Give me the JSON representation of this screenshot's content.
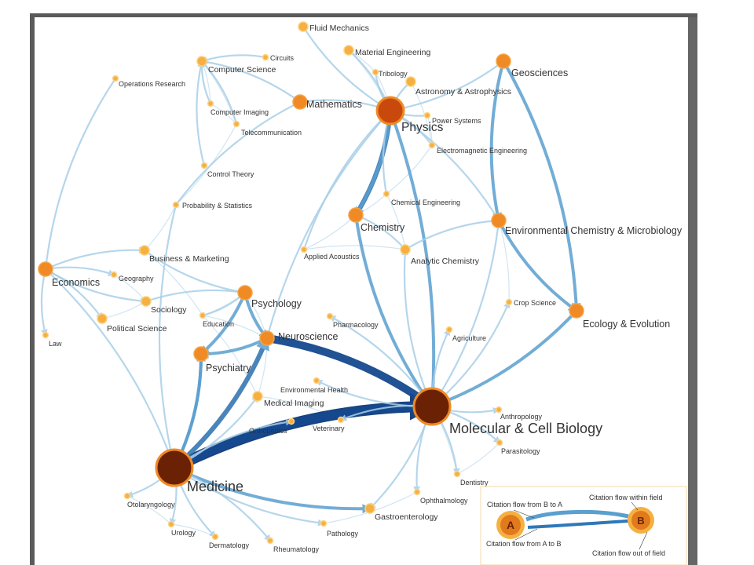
{
  "colors": {
    "edge_light": "#a9cfe8",
    "edge_mid": "#5a9fcf",
    "edge_dark": "#0d3a7a",
    "node_small": "#f5b041",
    "node_medium": "#f08a24",
    "node_large": "#c9490c",
    "node_huge": "#6b2104",
    "label": "#333333"
  },
  "nodes": [
    {
      "id": "fluid",
      "label": "Fluid Mechanics",
      "size": "s"
    },
    {
      "id": "circuits",
      "label": "Circuits",
      "size": "xs"
    },
    {
      "id": "materials",
      "label": "Material Engineering",
      "size": "s"
    },
    {
      "id": "geo",
      "label": "Geosciences",
      "size": "m"
    },
    {
      "id": "compsci",
      "label": "Computer Science",
      "size": "s"
    },
    {
      "id": "opsres",
      "label": "Operations Research",
      "size": "xs"
    },
    {
      "id": "tribology",
      "label": "Tribology",
      "size": "xs"
    },
    {
      "id": "astro",
      "label": "Astronomy & Astrophysics",
      "size": "s"
    },
    {
      "id": "compimg",
      "label": "Computer Imaging",
      "size": "xs"
    },
    {
      "id": "math",
      "label": "Mathematics",
      "size": "m"
    },
    {
      "id": "physics",
      "label": "Physics",
      "size": "l"
    },
    {
      "id": "power",
      "label": "Power Systems",
      "size": "xs"
    },
    {
      "id": "telecom",
      "label": "Telecommunication",
      "size": "xs"
    },
    {
      "id": "em",
      "label": "Electromagnetic Engineering",
      "size": "xs"
    },
    {
      "id": "control",
      "label": "Control Theory",
      "size": "xs"
    },
    {
      "id": "chemeng",
      "label": "Chemical Engineering",
      "size": "xs"
    },
    {
      "id": "probstat",
      "label": "Probability & Statistics",
      "size": "xs"
    },
    {
      "id": "chem",
      "label": "Chemistry",
      "size": "m"
    },
    {
      "id": "envchem",
      "label": "Environmental Chemistry & Microbiology",
      "size": "m"
    },
    {
      "id": "acoustics",
      "label": "Applied Acoustics",
      "size": "xs"
    },
    {
      "id": "business",
      "label": "Business & Marketing",
      "size": "s"
    },
    {
      "id": "analchem",
      "label": "Analytic Chemistry",
      "size": "s"
    },
    {
      "id": "econ",
      "label": "Economics",
      "size": "m"
    },
    {
      "id": "geography",
      "label": "Geography",
      "size": "xs"
    },
    {
      "id": "psych",
      "label": "Psychology",
      "size": "m"
    },
    {
      "id": "sociology",
      "label": "Sociology",
      "size": "s"
    },
    {
      "id": "cropsci",
      "label": "Crop Science",
      "size": "xs"
    },
    {
      "id": "polisci",
      "label": "Political Science",
      "size": "s"
    },
    {
      "id": "education",
      "label": "Education",
      "size": "xs"
    },
    {
      "id": "ecology",
      "label": "Ecology & Evolution",
      "size": "m"
    },
    {
      "id": "pharma",
      "label": "Pharmacology",
      "size": "xs"
    },
    {
      "id": "law",
      "label": "Law",
      "size": "xs"
    },
    {
      "id": "neuro",
      "label": "Neuroscience",
      "size": "m"
    },
    {
      "id": "agri",
      "label": "Agriculture",
      "size": "xs"
    },
    {
      "id": "psychiatry",
      "label": "Psychiatry",
      "size": "m"
    },
    {
      "id": "envhealth",
      "label": "Environmental Health",
      "size": "xs"
    },
    {
      "id": "medimg",
      "label": "Medical Imaging",
      "size": "s"
    },
    {
      "id": "mcb",
      "label": "Molecular & Cell Biology",
      "size": "xl"
    },
    {
      "id": "anthro",
      "label": "Anthropology",
      "size": "xs"
    },
    {
      "id": "ortho",
      "label": "Orthopedics",
      "size": "xs"
    },
    {
      "id": "vet",
      "label": "Veterinary",
      "size": "xs"
    },
    {
      "id": "parasit",
      "label": "Parasitology",
      "size": "xs"
    },
    {
      "id": "medicine",
      "label": "Medicine",
      "size": "xl"
    },
    {
      "id": "dentistry",
      "label": "Dentistry",
      "size": "xs"
    },
    {
      "id": "ophth",
      "label": "Ophthalmology",
      "size": "xs"
    },
    {
      "id": "otolaryn",
      "label": "Otolaryngology",
      "size": "xs"
    },
    {
      "id": "gastro",
      "label": "Gastroenterology",
      "size": "s"
    },
    {
      "id": "urology",
      "label": "Urology",
      "size": "xs"
    },
    {
      "id": "pathology",
      "label": "Pathology",
      "size": "xs"
    },
    {
      "id": "derm",
      "label": "Dermatology",
      "size": "xs"
    },
    {
      "id": "rheum",
      "label": "Rheumatology",
      "size": "xs"
    }
  ],
  "edges": [
    {
      "from": "medicine",
      "to": "mcb",
      "weight": 5
    },
    {
      "from": "mcb",
      "to": "medicine",
      "weight": 4
    },
    {
      "from": "neuro",
      "to": "mcb",
      "weight": 4
    },
    {
      "from": "medicine",
      "to": "neuro",
      "weight": 3
    },
    {
      "from": "psychiatry",
      "to": "medicine",
      "weight": 2
    },
    {
      "from": "medicine",
      "to": "psychiatry",
      "weight": 2
    },
    {
      "from": "neuro",
      "to": "psychiatry",
      "weight": 2
    },
    {
      "from": "psych",
      "to": "neuro",
      "weight": 2
    },
    {
      "from": "psych",
      "to": "psychiatry",
      "weight": 2
    },
    {
      "from": "chem",
      "to": "physics",
      "weight": 3
    },
    {
      "from": "physics",
      "to": "chem",
      "weight": 2
    },
    {
      "from": "chem",
      "to": "mcb",
      "weight": 2
    },
    {
      "from": "ecology",
      "to": "mcb",
      "weight": 2
    },
    {
      "from": "envchem",
      "to": "ecology",
      "weight": 2
    },
    {
      "from": "geo",
      "to": "ecology",
      "weight": 2
    },
    {
      "from": "geo",
      "to": "envchem",
      "weight": 2
    },
    {
      "from": "physics",
      "to": "mcb",
      "weight": 2
    },
    {
      "from": "medicine",
      "to": "gastro",
      "weight": 2
    },
    {
      "from": "mcb",
      "to": "gastro",
      "weight": 1
    },
    {
      "from": "fluid",
      "to": "physics",
      "weight": 1
    },
    {
      "from": "materials",
      "to": "physics",
      "weight": 1
    },
    {
      "from": "astro",
      "to": "physics",
      "weight": 1
    },
    {
      "from": "math",
      "to": "physics",
      "weight": 1
    },
    {
      "from": "physics",
      "to": "geo",
      "weight": 1
    },
    {
      "from": "compsci",
      "to": "math",
      "weight": 1
    },
    {
      "from": "opsres",
      "to": "econ",
      "weight": 1
    },
    {
      "from": "econ",
      "to": "business",
      "weight": 1
    },
    {
      "from": "business",
      "to": "psych",
      "weight": 1
    },
    {
      "from": "sociology",
      "to": "psych",
      "weight": 1
    },
    {
      "from": "analchem",
      "to": "chem",
      "weight": 1
    },
    {
      "from": "analchem",
      "to": "envchem",
      "weight": 1
    },
    {
      "from": "envchem",
      "to": "physics",
      "weight": 1
    },
    {
      "from": "chemeng",
      "to": "physics",
      "weight": 1
    },
    {
      "from": "probstat",
      "to": "medicine",
      "weight": 1
    },
    {
      "from": "mcb",
      "to": "parasit",
      "weight": 1
    },
    {
      "from": "mcb",
      "to": "anthro",
      "weight": 1
    },
    {
      "from": "mcb",
      "to": "dentistry",
      "weight": 1
    },
    {
      "from": "mcb",
      "to": "ophth",
      "weight": 1
    },
    {
      "from": "medicine",
      "to": "urology",
      "weight": 1
    },
    {
      "from": "medicine",
      "to": "derm",
      "weight": 1
    },
    {
      "from": "medicine",
      "to": "rheum",
      "weight": 1
    },
    {
      "from": "medicine",
      "to": "pathology",
      "weight": 1
    },
    {
      "from": "medicine",
      "to": "otolaryn",
      "weight": 1
    },
    {
      "from": "medicine",
      "to": "medimg",
      "weight": 1
    },
    {
      "from": "medicine",
      "to": "ortho",
      "weight": 1
    },
    {
      "from": "mcb",
      "to": "vet",
      "weight": 1
    },
    {
      "from": "mcb",
      "to": "envhealth",
      "weight": 1
    },
    {
      "from": "mcb",
      "to": "pharma",
      "weight": 1
    },
    {
      "from": "mcb",
      "to": "agri",
      "weight": 1
    },
    {
      "from": "mcb",
      "to": "cropsci",
      "weight": 1
    },
    {
      "from": "mcb",
      "to": "analchem",
      "weight": 1
    },
    {
      "from": "mcb",
      "to": "envchem",
      "weight": 1
    },
    {
      "from": "econ",
      "to": "polisci",
      "weight": 1
    },
    {
      "from": "econ",
      "to": "sociology",
      "weight": 1
    },
    {
      "from": "econ",
      "to": "geography",
      "weight": 1
    },
    {
      "from": "econ",
      "to": "law",
      "weight": 1
    },
    {
      "from": "control",
      "to": "compsci",
      "weight": 1
    },
    {
      "from": "telecom",
      "to": "compsci",
      "weight": 1
    },
    {
      "from": "compimg",
      "to": "compsci",
      "weight": 1
    },
    {
      "from": "circuits",
      "to": "compsci",
      "weight": 1
    },
    {
      "from": "probstat",
      "to": "math",
      "weight": 1
    },
    {
      "from": "tribology",
      "to": "physics",
      "weight": 1
    },
    {
      "from": "power",
      "to": "physics",
      "weight": 1
    },
    {
      "from": "em",
      "to": "physics",
      "weight": 1
    },
    {
      "from": "acoustics",
      "to": "physics",
      "weight": 1
    },
    {
      "from": "medicine",
      "to": "econ",
      "weight": 1
    },
    {
      "from": "neuro",
      "to": "physics",
      "weight": 1
    },
    {
      "from": "education",
      "to": "psych",
      "weight": 1
    }
  ],
  "legend": {
    "node_a": "A",
    "node_b": "B",
    "flow_b_to_a": "Citation flow from B to A",
    "flow_a_to_b": "Citation flow from A to B",
    "flow_within": "Citation flow within field",
    "flow_out": "Citation flow out of field"
  }
}
